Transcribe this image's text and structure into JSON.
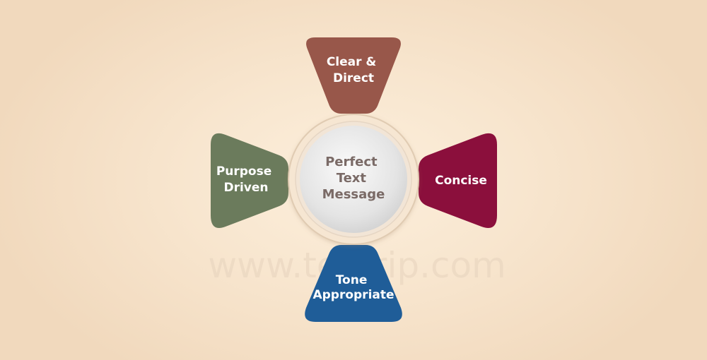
{
  "center": {
    "lines": [
      "Perfect",
      "Text",
      "Message"
    ]
  },
  "petals": [
    {
      "id": "top",
      "lines": [
        "Clear &",
        "Direct"
      ],
      "color": "#98574a"
    },
    {
      "id": "right",
      "lines": [
        "Concise"
      ],
      "color": "#8b0f3c"
    },
    {
      "id": "bottom",
      "lines": [
        "Tone",
        "Appropriate"
      ],
      "color": "#1f5d98"
    },
    {
      "id": "left",
      "lines": [
        "Purpose",
        "Driven"
      ],
      "color": "#6b7b5c"
    }
  ],
  "watermark": "www.textrip.com"
}
